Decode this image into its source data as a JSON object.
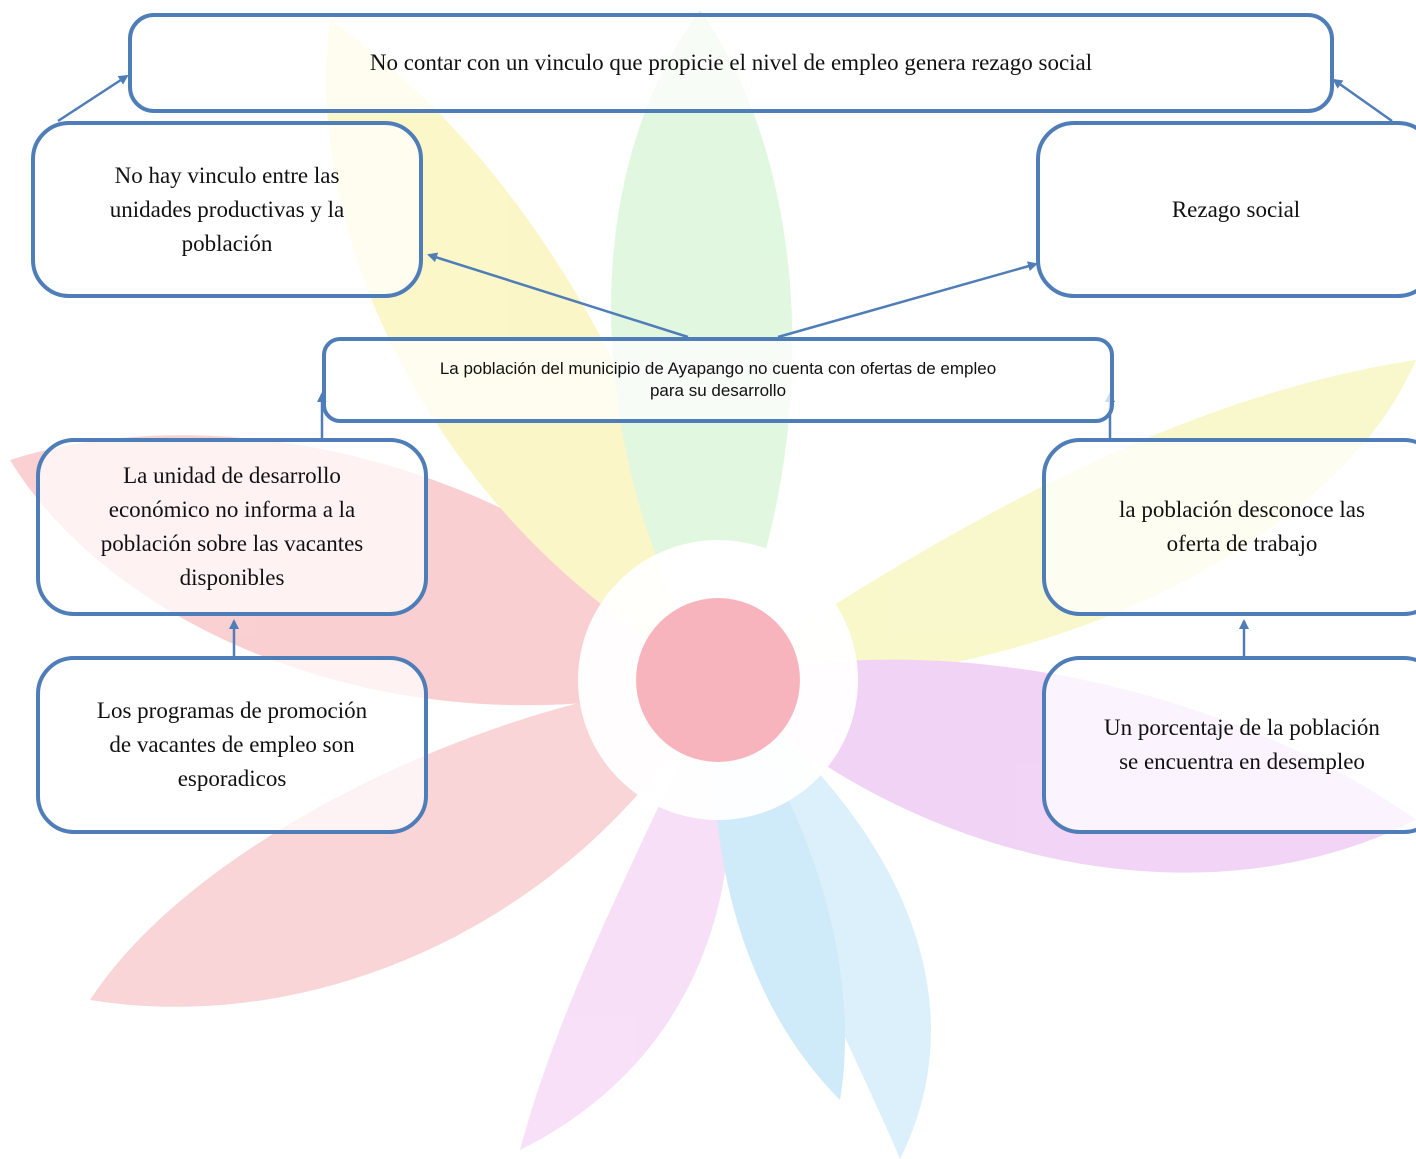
{
  "diagram": {
    "colors": {
      "box_border": "#4f7db8",
      "arrow": "#4f7db8"
    },
    "watermark": "flower-logo",
    "nodes": {
      "effect_main": "No contar con un vinculo que propicie el nivel de empleo genera rezago social",
      "effect_left": [
        "No hay vinculo entre las",
        "unidades productivas y la",
        "población"
      ],
      "effect_right": "Rezago social",
      "central_problem": [
        "La población del municipio de Ayapango no cuenta con ofertas de empleo",
        "para su desarrollo"
      ],
      "cause_left": [
        "La unidad de desarrollo",
        "económico no informa a la",
        "población sobre las vacantes",
        "disponibles"
      ],
      "cause_right": [
        "la población desconoce las",
        "oferta de trabajo"
      ],
      "root_left": [
        "Los programas de promoción",
        "de vacantes de empleo son",
        "esporadicos"
      ],
      "root_right": [
        "Un porcentaje de la población",
        "se encuentra en desempleo"
      ]
    }
  }
}
